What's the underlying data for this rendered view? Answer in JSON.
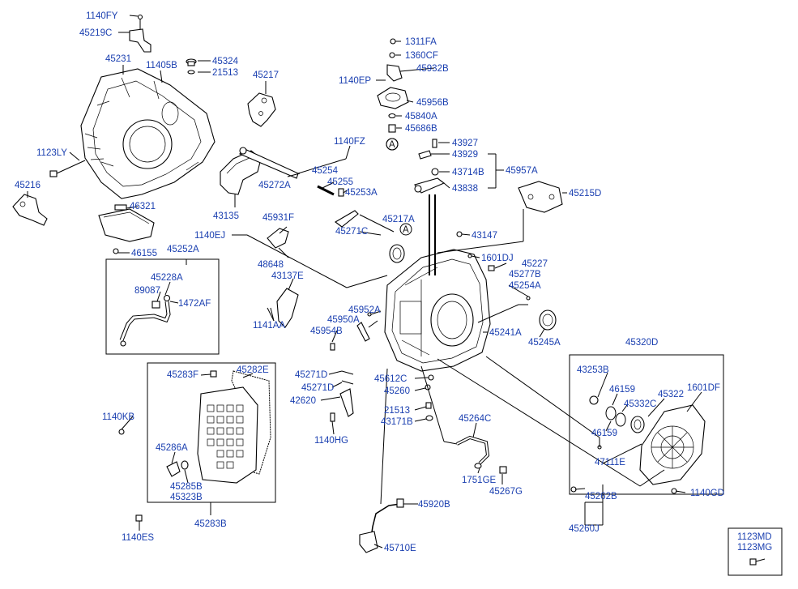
{
  "labels": {
    "l_1140FY": "1140FY",
    "l_45219C": "45219C",
    "l_45231": "45231",
    "l_11405B": "11405B",
    "l_45324": "45324",
    "l_21513a": "21513",
    "l_45217": "45217",
    "l_1123LY": "1123LY",
    "l_45216": "45216",
    "l_46321": "46321",
    "l_46155": "46155",
    "l_43135": "43135",
    "l_45272A": "45272A",
    "l_1140FZ": "1140FZ",
    "l_45254a": "45254",
    "l_45255": "45255",
    "l_45253A": "45253A",
    "l_45931F": "45931F",
    "l_1140EJ": "1140EJ",
    "l_48648": "48648",
    "l_43137E": "43137E",
    "l_45252A": "45252A",
    "l_45228A": "45228A",
    "l_89087": "89087",
    "l_1472AF": "1472AF",
    "l_1141AA": "1141AA",
    "l_45271C": "45271C",
    "l_45217A": "45217A",
    "l_1311FA": "1311FA",
    "l_1360CF": "1360CF",
    "l_45932B": "45932B",
    "l_1140EP": "1140EP",
    "l_45956B": "45956B",
    "l_45840A": "45840A",
    "l_45686B": "45686B",
    "l_43927": "43927",
    "l_43929": "43929",
    "l_43714B": "43714B",
    "l_45957A": "45957A",
    "l_43838": "43838",
    "l_45215D": "45215D",
    "l_43147": "43147",
    "l_1601DJ": "1601DJ",
    "l_45227": "45227",
    "l_45277B": "45277B",
    "l_45254A": "45254A",
    "l_45952A": "45952A",
    "l_45950A": "45950A",
    "l_45954B": "45954B",
    "l_45241A": "45241A",
    "l_45245A": "45245A",
    "l_45320D": "45320D",
    "l_43253B": "43253B",
    "l_46159a": "46159",
    "l_45332C": "45332C",
    "l_45322": "45322",
    "l_1601DF": "1601DF",
    "l_46159b": "46159",
    "l_47111E": "47111E",
    "l_45283F": "45283F",
    "l_45282E": "45282E",
    "l_1140KB": "1140KB",
    "l_45286A": "45286A",
    "l_45285B": "45285B",
    "l_45323B": "45323B",
    "l_45283B": "45283B",
    "l_1140ES": "1140ES",
    "l_45271Da": "45271D",
    "l_45271Db": "45271D",
    "l_42620": "42620",
    "l_1140HG": "1140HG",
    "l_45612C": "45612C",
    "l_45260": "45260",
    "l_21513b": "21513",
    "l_43171B": "43171B",
    "l_45264C": "45264C",
    "l_1751GE": "1751GE",
    "l_45267G": "45267G",
    "l_45920B": "45920B",
    "l_45710E": "45710E",
    "l_45262B": "45262B",
    "l_45260J": "45260J",
    "l_1140GD": "1140GD",
    "l_1123MD": "1123MD",
    "l_1123MG": "1123MG",
    "ref_A1": "A",
    "ref_A2": "A"
  },
  "colors": {
    "label": "#1a3fb0",
    "line": "#000000",
    "background": "#ffffff"
  }
}
